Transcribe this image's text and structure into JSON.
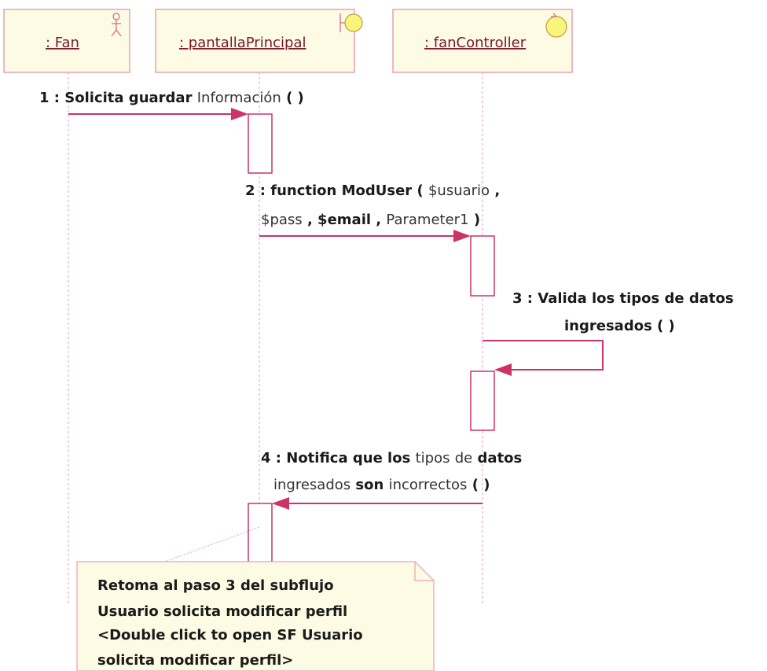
{
  "lifelines": {
    "fan": ": Fan",
    "pantalla": ": pantallaPrincipal",
    "controller": ": fanController"
  },
  "messages": {
    "m1": {
      "num": "1 :",
      "bold": "Solicita guardar",
      "light": "Información",
      "args": "(  )"
    },
    "m2": {
      "line1_a": "2 : function ModUser (",
      "line1_b": "$usuario",
      "line1_c": ",",
      "line2_a": "$pass",
      "line2_b": ", $email ,",
      "line2_c": "Parameter1",
      "line2_d": ")"
    },
    "m3": {
      "line1": "3 : Valida los tipos de datos",
      "line2": "ingresados (  )"
    },
    "m4": {
      "line1_a": "4 : Notifica que los",
      "line1_b": "tipos",
      "line1_c": "de",
      "line1_d": "datos",
      "line2_a": "ingresados",
      "line2_b": "son",
      "line2_c": "incorrectos",
      "line2_d": "(  )"
    }
  },
  "note": {
    "line1": "Retoma al paso 3 del subflujo",
    "line2": "Usuario solicita modificar perfil",
    "line3": "<Double click to open SF Usuario",
    "line4": "solicita modificar perfil>"
  },
  "colors": {
    "accent": "#cc3366",
    "box_fill": "#fdfbe3",
    "box_border": "#e8a0b4"
  }
}
